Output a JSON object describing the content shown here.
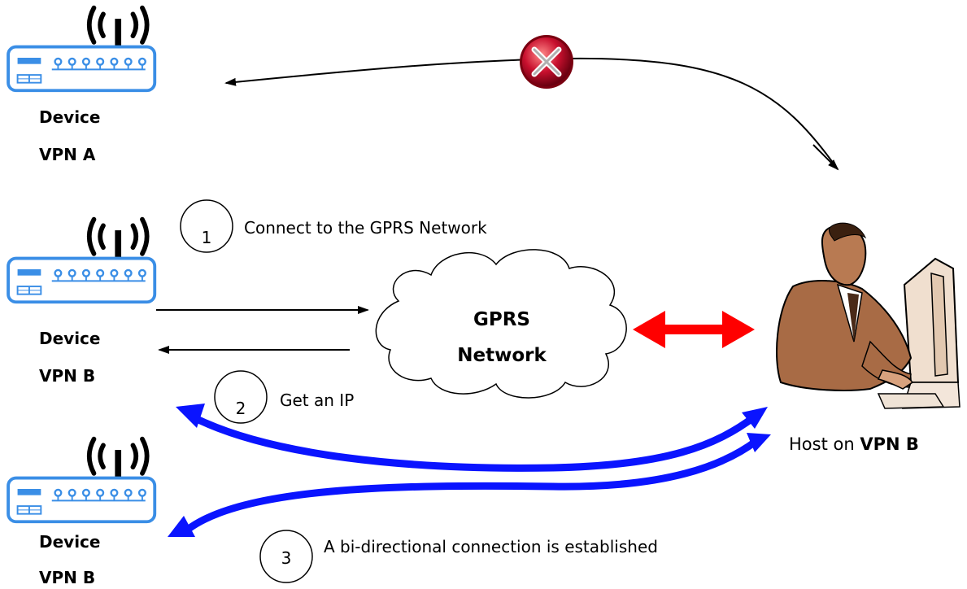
{
  "devices": [
    {
      "name": "Device",
      "vpn": "VPN A"
    },
    {
      "name": "Device",
      "vpn": "VPN B"
    },
    {
      "name": "Device",
      "vpn": "VPN B"
    }
  ],
  "steps": [
    {
      "num": "1",
      "text": "Connect to the GPRS Network"
    },
    {
      "num": "2",
      "text": "Get an IP"
    },
    {
      "num": "3",
      "text": "A bi-directional connection is established"
    }
  ],
  "cloud": {
    "line1": "GPRS",
    "line2": "Network"
  },
  "host": {
    "prefix": "Host on ",
    "vpn": "VPN B"
  },
  "colors": {
    "router_stroke": "#3a8ee6",
    "blue_arrow": "#0a14ff",
    "red_arrow": "#ff0000",
    "blocked_icon": "#c8102e"
  },
  "icons": {
    "router": "router-icon",
    "blocked": "blocked-x-icon",
    "cloud": "cloud-icon",
    "host": "person-at-computer-icon"
  }
}
